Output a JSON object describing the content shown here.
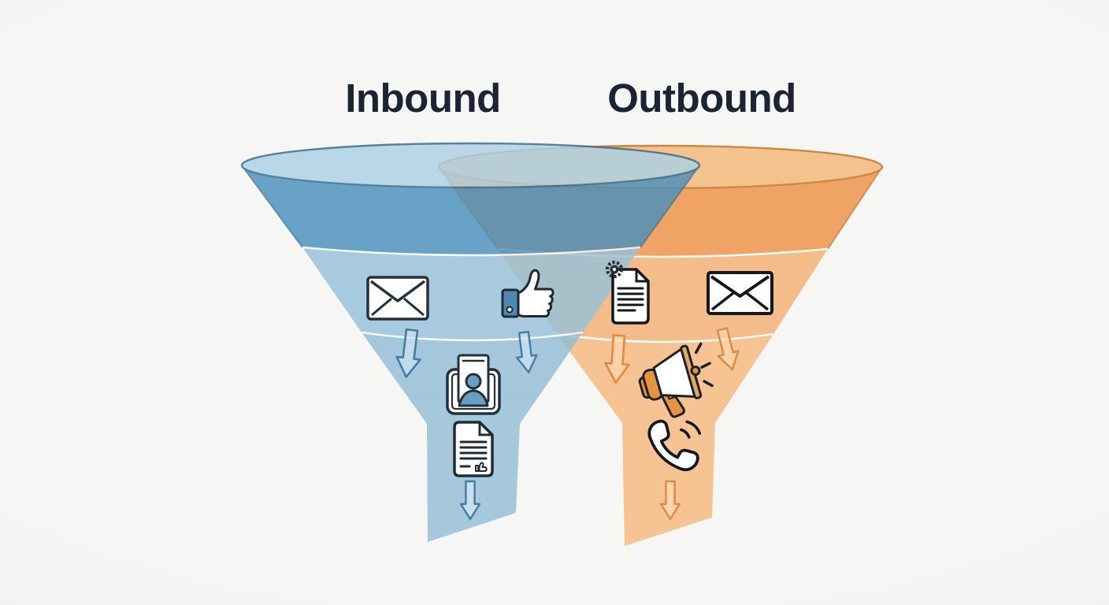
{
  "page": {
    "background_color": "#f3f3f2",
    "title_color": "#1c2433"
  },
  "diagram": {
    "type": "overlapping-marketing-funnels",
    "titles": {
      "inbound": "Inbound",
      "outbound": "Outbound"
    },
    "funnels": [
      {
        "id": "inbound",
        "label": "Inbound",
        "colors": {
          "top_band": "#68a2c6",
          "mid_band": "#a9cade",
          "stem": "#a2c8dc",
          "rim_fill": "#b9d7e8",
          "outline": "#3a7191",
          "arrow": "#3f7ea8"
        },
        "stages": [
          {
            "icons": [
              "envelope",
              "thumbs-up"
            ]
          },
          {
            "icons": [
              "contact-card"
            ]
          },
          {
            "icons": [
              "approved-document"
            ]
          }
        ]
      },
      {
        "id": "outbound",
        "label": "Outbound",
        "colors": {
          "top_band": "#efa466",
          "mid_band": "#f4bc88",
          "stem": "#f6c493",
          "rim_fill": "#f4c28c",
          "outline": "#cd8742",
          "arrow": "#dd8a44"
        },
        "stages": [
          {
            "icons": [
              "settings-document",
              "envelope"
            ]
          },
          {
            "icons": [
              "megaphone"
            ]
          },
          {
            "icons": [
              "phone-call"
            ]
          }
        ]
      }
    ]
  }
}
